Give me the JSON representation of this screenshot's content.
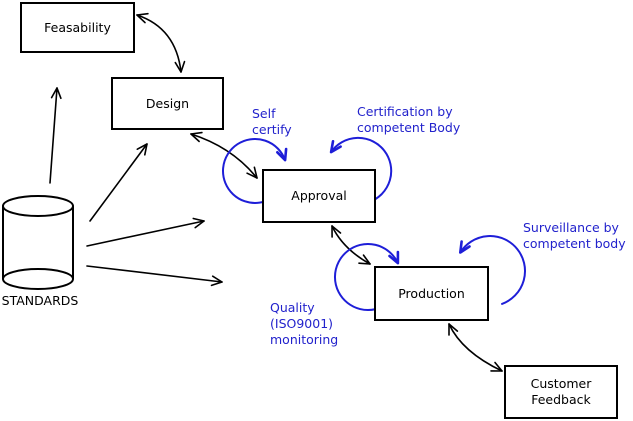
{
  "diagram": {
    "title_hint": "standards-based product lifecycle flow",
    "colors": {
      "line": "#000000",
      "annotation_blue": "#2222cc",
      "loop_blue": "#1e1ed8",
      "background": "#ffffff"
    },
    "nodes": {
      "feasability": {
        "label": "Feasability"
      },
      "design": {
        "label": "Design"
      },
      "approval": {
        "label": "Approval"
      },
      "production": {
        "label": "Production"
      },
      "customer_feedback": {
        "label": "Customer\nFeedback"
      },
      "standards": {
        "label": "STANDARDS"
      }
    },
    "annotations": {
      "self_certify": {
        "label": "Self\ncertify"
      },
      "certification": {
        "label": "Certification by\ncompetent Body"
      },
      "surveillance": {
        "label": "Surveillance by\ncompetent body"
      },
      "quality": {
        "label": "Quality\n(ISO9001)\nmonitoring"
      }
    },
    "edges": [
      {
        "from": "standards",
        "to": "feasability",
        "style": "single-arrow"
      },
      {
        "from": "standards",
        "to": "design",
        "style": "single-arrow"
      },
      {
        "from": "standards",
        "to": "approval",
        "style": "single-arrow"
      },
      {
        "from": "standards",
        "to": "production",
        "style": "single-arrow"
      },
      {
        "from": "feasability",
        "to": "design",
        "style": "double-arrow"
      },
      {
        "from": "design",
        "to": "approval",
        "style": "double-arrow"
      },
      {
        "from": "approval",
        "to": "production",
        "style": "double-arrow"
      },
      {
        "from": "production",
        "to": "customer_feedback",
        "style": "double-arrow"
      },
      {
        "on": "approval",
        "style": "self-loop",
        "label_ref": "self_certify"
      },
      {
        "on": "approval",
        "style": "self-loop",
        "label_ref": "certification"
      },
      {
        "on": "production",
        "style": "self-loop",
        "label_ref": "quality"
      },
      {
        "on": "production",
        "style": "self-loop",
        "label_ref": "surveillance"
      }
    ]
  }
}
